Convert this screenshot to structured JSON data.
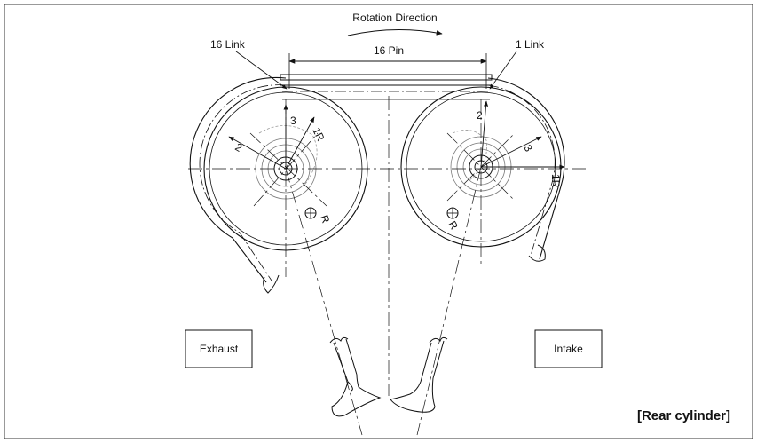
{
  "header": {
    "rotation_direction": "Rotation Direction",
    "pin_span": "16 Pin",
    "link_left": "16 Link",
    "link_right": "1 Link"
  },
  "exhaust_sprocket": {
    "mark_3": "3",
    "mark_2": "2",
    "mark_1r": "1R",
    "mark_r": "R"
  },
  "intake_sprocket": {
    "mark_2": "2",
    "mark_3": "3",
    "mark_1r": "1R",
    "mark_r": "R"
  },
  "labels": {
    "exhaust": "Exhaust",
    "intake": "Intake",
    "caption": "[Rear cylinder]"
  }
}
